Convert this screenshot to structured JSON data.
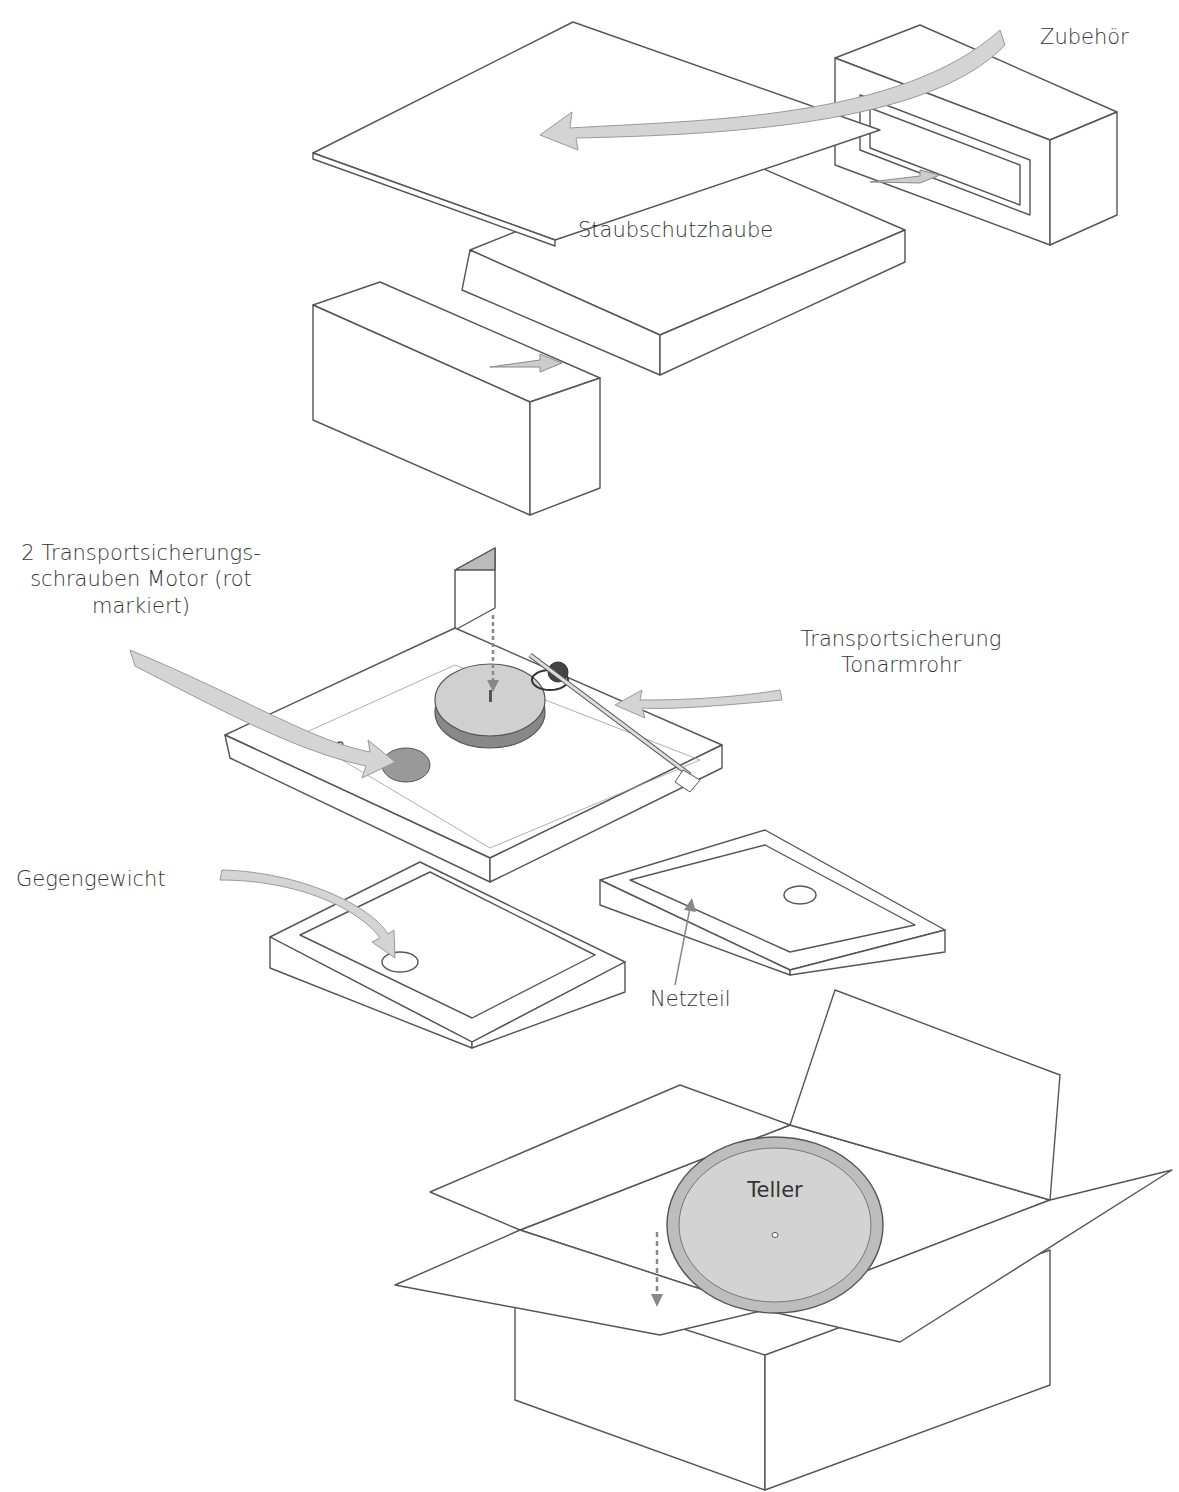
{
  "diagram": {
    "nodes": [
      {
        "text": [
          "Teller"
        ]
      }
    ],
    "labels": [
      "Zubehör",
      "Staubschutzhaube",
      "2 Transportsicherungs- schrauben Motor (rot markiert)",
      "Transportsicherung Tonarmrohr",
      "Gegengewicht",
      "Netzteil"
    ]
  }
}
